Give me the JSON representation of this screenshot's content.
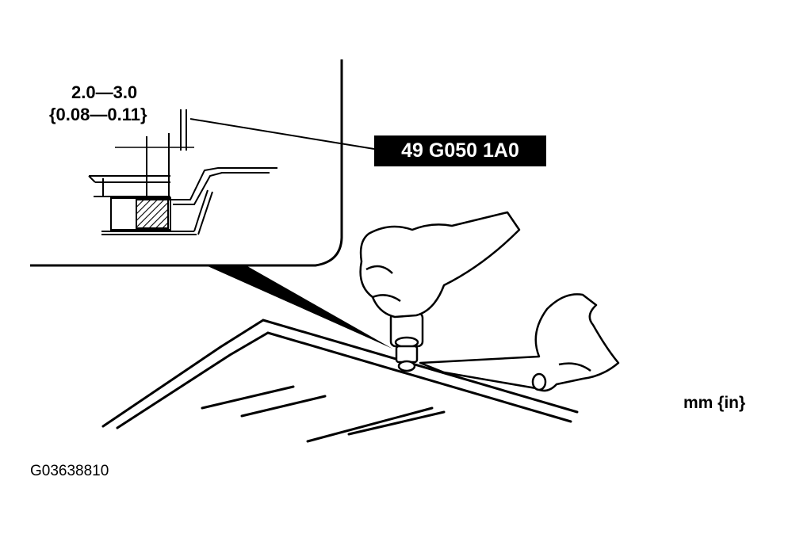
{
  "diagram": {
    "dimension_mm": "2.0—3.0",
    "dimension_in": "{0.08—0.11}",
    "tool_number": "49 G050 1A0",
    "unit_label": "mm {in}",
    "figure_id": "G03638810"
  },
  "colors": {
    "ink": "#000000",
    "background": "#ffffff",
    "label_box": "#000000",
    "label_text": "#ffffff"
  }
}
